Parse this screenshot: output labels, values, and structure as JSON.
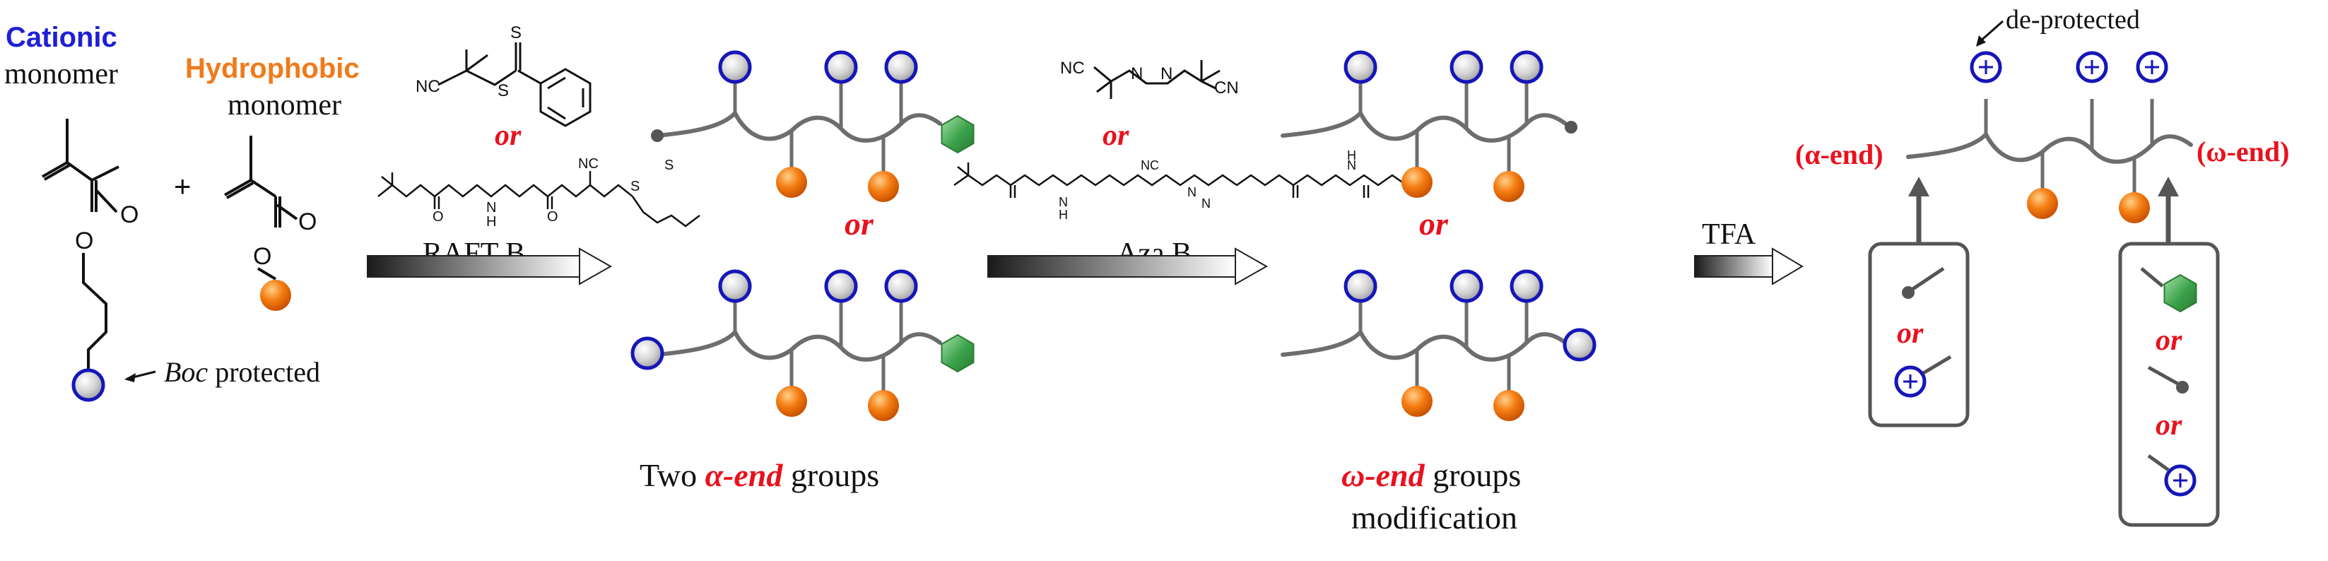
{
  "monomers": {
    "cationic_label": "Cationic",
    "hydrophobic_label": "Hydrophobic",
    "cationic_monomer_word": "monomer",
    "hydrophobic_monomer_word": "monomer",
    "plus_sign": "+",
    "carbonyl_o": "O",
    "ester_o": "O",
    "hydrophobic_carbonyl_o": "O",
    "hydrophobic_ester_o": "O",
    "boc_italic": "Boc",
    "boc_rest": " protected"
  },
  "raft": {
    "or_label": "or",
    "agent_label": "RAFT B",
    "s_top": "S",
    "s_mid": "S",
    "nc_label": "NC",
    "nc_label_b": "NC",
    "s_b1": "S",
    "s_b2": "S",
    "o_b": "O",
    "o_b2": "O",
    "h_b": "H",
    "n_b": "N"
  },
  "stage2": {
    "or_label": "or",
    "caption_prefix": "Two ",
    "caption_alpha": "α-end",
    "caption_suffix": " groups"
  },
  "aza": {
    "or_label": "or",
    "agent_label": "Aza B",
    "nc1": "NC",
    "cn1": "CN",
    "n1": "N",
    "n2": "N",
    "nc2": "NC",
    "n3": "N",
    "n4": "N",
    "h1": "H",
    "h2": "H",
    "n5": "N",
    "n6": "N"
  },
  "stage3": {
    "or_label": "or",
    "caption_omega": "ω-end",
    "caption_rest": " groups",
    "caption_line2": "modification"
  },
  "deprotect": {
    "tfa_label": "TFA",
    "deprotected_label": "de-protected",
    "alpha_end": "(α-end)",
    "omega_end": "(ω-end)",
    "or_left": "or",
    "or_right_1": "or",
    "or_right_2": "or",
    "plus": "+"
  },
  "colors": {
    "cationic_blue": "#1f1fd6",
    "hydrophobic_orange": "#f07a1a",
    "accent_red": "#e8121e",
    "chain_grey": "#6d6d6d",
    "green_end": "#3aa24a"
  }
}
